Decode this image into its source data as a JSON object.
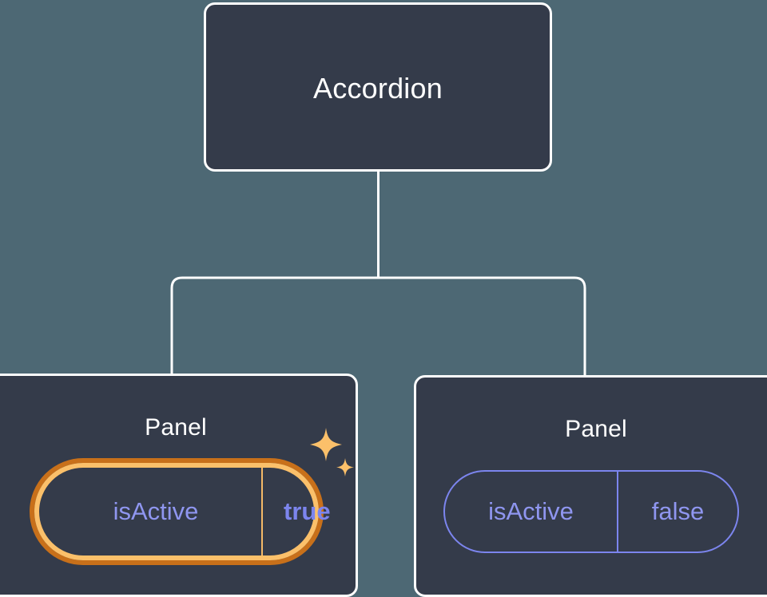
{
  "diagram": {
    "title_node": {
      "label": "Accordion"
    },
    "children": [
      {
        "label": "Panel",
        "prop": {
          "key": "isActive",
          "value": "true"
        },
        "highlighted": true,
        "sparkle": "sparkles-icon"
      },
      {
        "label": "Panel",
        "prop": {
          "key": "isActive",
          "value": "false"
        },
        "highlighted": false
      }
    ]
  },
  "colors": {
    "background": "#4d6874",
    "card_fill": "#343b4a",
    "card_border": "#ffffff",
    "connector": "#ffffff",
    "accent_periwinkle": "#7c85ee",
    "highlight_outer": "#c8701a",
    "highlight_inner": "#fbc06a"
  }
}
